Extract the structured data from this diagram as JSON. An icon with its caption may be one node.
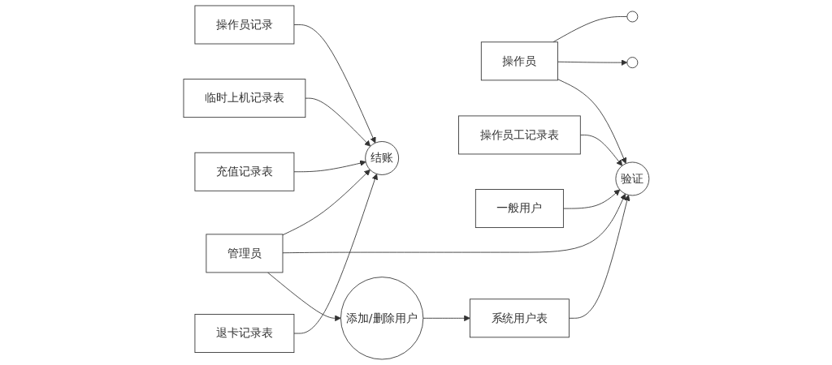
{
  "diagram": {
    "nodes": [
      {
        "text": [],
        "shape": "circle"
      },
      {
        "text": [],
        "shape": "circle"
      },
      {
        "text": [
          "操作员记录"
        ]
      },
      {
        "text": [
          "操作员"
        ]
      },
      {
        "text": [
          "管理员"
        ]
      },
      {
        "text": [
          "结账"
        ]
      },
      {
        "text": [
          "临时上机记录表"
        ]
      },
      {
        "text": [
          "验证"
        ]
      },
      {
        "text": [
          "操作员工记录表"
        ]
      },
      {
        "text": [
          "一般用户"
        ]
      },
      {
        "text": [
          "充值记录表"
        ]
      },
      {
        "text": [
          "退卡记录表"
        ]
      },
      {
        "text": [
          "系统用户表"
        ]
      },
      {
        "text": [
          "添加/删除用户"
        ]
      }
    ],
    "edges": [
      {
        "from": 3,
        "to": 0,
        "arrow": "none"
      },
      {
        "from": 3,
        "to": 1,
        "arrow": "to"
      },
      {
        "from": 2,
        "to": 5,
        "arrow": "to"
      },
      {
        "from": 4,
        "to": 5,
        "arrow": "to"
      },
      {
        "from": 6,
        "to": 5,
        "arrow": "to"
      },
      {
        "from": 3,
        "to": 7,
        "arrow": "to"
      },
      {
        "from": 4,
        "to": 7,
        "arrow": "to"
      },
      {
        "from": 8,
        "to": 7,
        "arrow": "to"
      },
      {
        "from": 9,
        "to": 7,
        "arrow": "to"
      },
      {
        "from": 10,
        "to": 5,
        "arrow": "to"
      },
      {
        "from": 11,
        "to": 5,
        "arrow": "to"
      },
      {
        "from": 4,
        "to": 13,
        "arrow": "to"
      },
      {
        "from": 12,
        "to": 7,
        "arrow": "to"
      },
      {
        "from": 13,
        "to": 12,
        "arrow": "to"
      }
    ]
  }
}
